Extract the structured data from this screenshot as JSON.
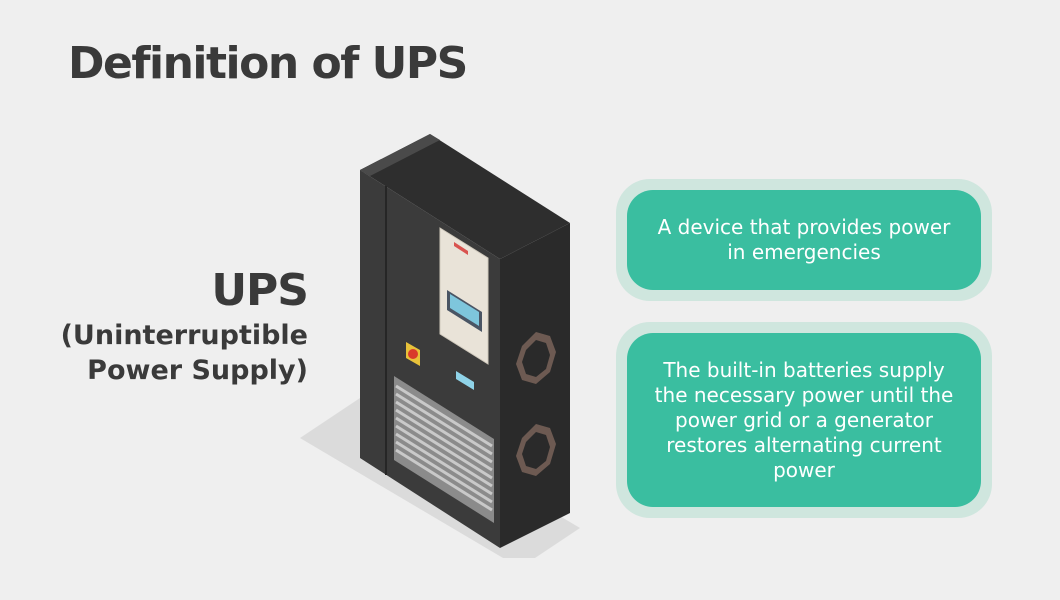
{
  "title": "Definition of UPS",
  "term": {
    "name": "UPS",
    "expansion_line1": "(Uninterruptible",
    "expansion_line2": "Power Supply)"
  },
  "cards": [
    {
      "text": "A device that provides power in emergencies"
    },
    {
      "text": "The built-in batteries supply the necessary power until the power grid or a generator restores alternating current power"
    }
  ],
  "colors": {
    "background": "#efefef",
    "card_fill": "#3abea0",
    "card_outline": "#cfe6de",
    "text_dark": "#3a3a3a",
    "cabinet": "#3b3b3b"
  },
  "icons": [
    "ups-cabinet-illustration",
    "emergency-stop-icon",
    "vent-port-icon"
  ]
}
